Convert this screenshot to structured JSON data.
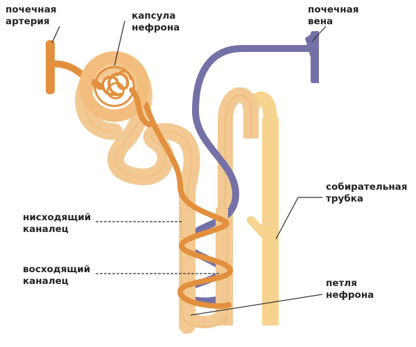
{
  "labels": {
    "renal_artery": [
      "почечная",
      "артерия"
    ],
    "nephron_capsule": [
      "капсула",
      "нефрона"
    ],
    "renal_vein": [
      "почечная",
      "вена"
    ],
    "collecting_duct": [
      "собирательная",
      "трубка"
    ],
    "descending_tubule": [
      "нисходящий",
      "каналец"
    ],
    "ascending_tubule": [
      "восходящий",
      "каналец"
    ],
    "nephron_loop": [
      "петля",
      "нефрона"
    ]
  },
  "colors": {
    "artery": "#e3903e",
    "artery_light": "#f2bd7d",
    "tubule": "#f3c993",
    "tubule_edge": "#e9b46e",
    "duct": "#f6d38e",
    "vein": "#7470a8",
    "leader": "#333333"
  }
}
